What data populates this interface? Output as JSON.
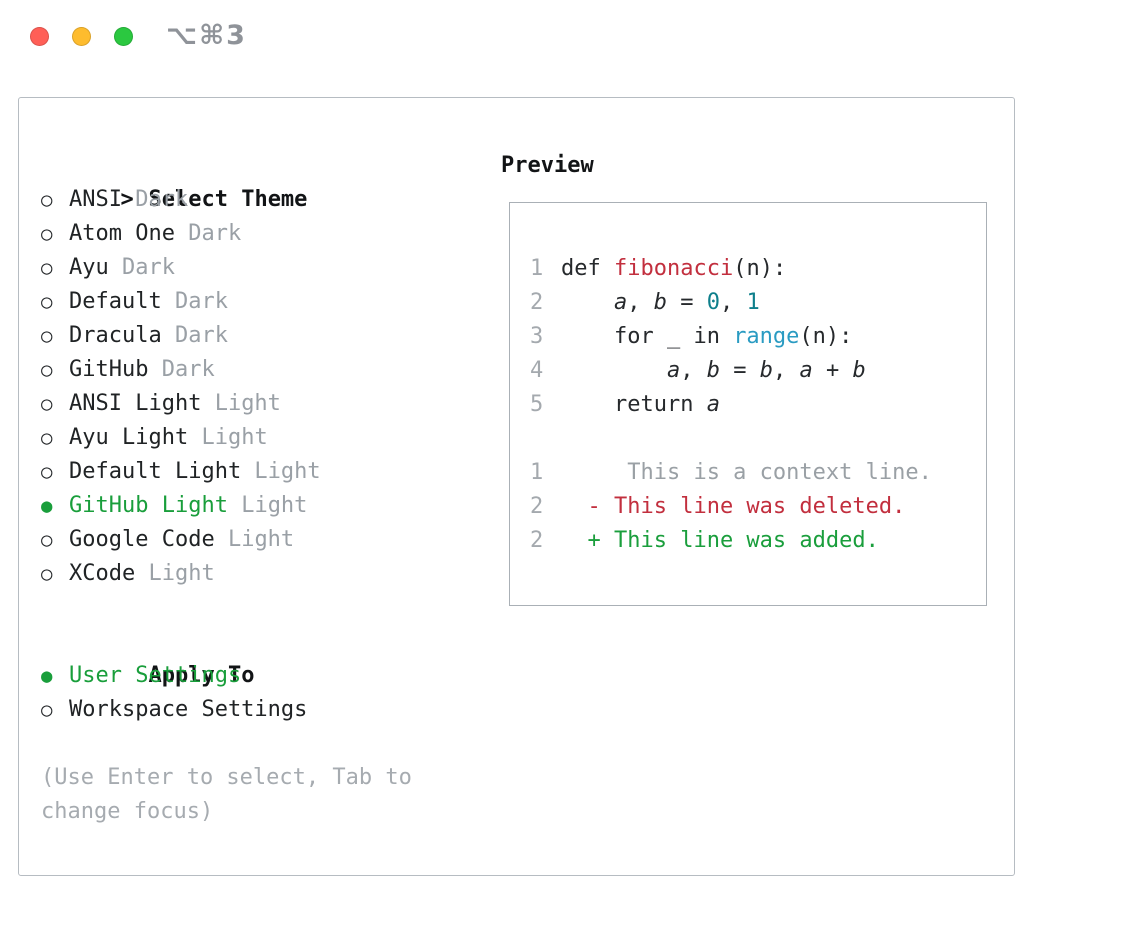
{
  "window": {
    "title": "⌥⌘3",
    "traffic_lights": [
      {
        "name": "close-button",
        "color": "#ff5f57"
      },
      {
        "name": "minimize-button",
        "color": "#febc2e"
      },
      {
        "name": "zoom-button",
        "color": "#2bc840"
      }
    ]
  },
  "icons": {
    "radio_unselected": "○",
    "radio_selected": "●"
  },
  "colors": {
    "accent_green": "#199e3b",
    "function_red": "#c22f3e",
    "deleted_red": "#c22f3e",
    "added_green": "#1a9e3c",
    "number_teal": "#0e7f8b",
    "builtin_blue": "#2a9bc2",
    "muted_gray": "#9aa0a6",
    "panel_border": "#b6bcc2"
  },
  "theme_selector": {
    "header_prefix": ">",
    "header": "Select Theme",
    "themes": [
      {
        "name": "ANSI",
        "variant": "Dark",
        "selected": false
      },
      {
        "name": "Atom One",
        "variant": "Dark",
        "selected": false
      },
      {
        "name": "Ayu",
        "variant": "Dark",
        "selected": false
      },
      {
        "name": "Default",
        "variant": "Dark",
        "selected": false
      },
      {
        "name": "Dracula",
        "variant": "Dark",
        "selected": false
      },
      {
        "name": "GitHub",
        "variant": "Dark",
        "selected": false
      },
      {
        "name": "ANSI Light",
        "variant": "Light",
        "selected": false
      },
      {
        "name": "Ayu Light",
        "variant": "Light",
        "selected": false
      },
      {
        "name": "Default Light",
        "variant": "Light",
        "selected": false
      },
      {
        "name": "GitHub Light",
        "variant": "Light",
        "selected": true
      },
      {
        "name": "Google Code",
        "variant": "Light",
        "selected": false
      },
      {
        "name": "XCode",
        "variant": "Light",
        "selected": false
      }
    ],
    "apply_to": {
      "header": "Apply To",
      "options": [
        {
          "label": "User Settings",
          "selected": true
        },
        {
          "label": "Workspace Settings",
          "selected": false
        }
      ]
    },
    "help_text": "(Use Enter to select, Tab to change focus)"
  },
  "preview": {
    "header": "Preview",
    "lines": [
      {
        "num": "1",
        "tokens": [
          {
            "t": "def ",
            "c": "plain"
          },
          {
            "t": "fibonacci",
            "c": "fn"
          },
          {
            "t": "(n):",
            "c": "plain"
          }
        ]
      },
      {
        "num": "2",
        "tokens": [
          {
            "t": "    ",
            "c": "plain"
          },
          {
            "t": "a",
            "c": "var"
          },
          {
            "t": ", ",
            "c": "plain"
          },
          {
            "t": "b",
            "c": "var"
          },
          {
            "t": " = ",
            "c": "plain"
          },
          {
            "t": "0",
            "c": "num"
          },
          {
            "t": ", ",
            "c": "plain"
          },
          {
            "t": "1",
            "c": "num"
          }
        ]
      },
      {
        "num": "3",
        "tokens": [
          {
            "t": "    for _ in ",
            "c": "plain"
          },
          {
            "t": "range",
            "c": "builtin"
          },
          {
            "t": "(n):",
            "c": "plain"
          }
        ]
      },
      {
        "num": "4",
        "tokens": [
          {
            "t": "        ",
            "c": "plain"
          },
          {
            "t": "a",
            "c": "var"
          },
          {
            "t": ", ",
            "c": "plain"
          },
          {
            "t": "b",
            "c": "var"
          },
          {
            "t": " = ",
            "c": "plain"
          },
          {
            "t": "b",
            "c": "var"
          },
          {
            "t": ", ",
            "c": "plain"
          },
          {
            "t": "a",
            "c": "var"
          },
          {
            "t": " + ",
            "c": "plain"
          },
          {
            "t": "b",
            "c": "var"
          }
        ]
      },
      {
        "num": "5",
        "tokens": [
          {
            "t": "    return ",
            "c": "plain"
          },
          {
            "t": "a",
            "c": "var"
          }
        ]
      },
      {
        "blank": true
      },
      {
        "num": "1",
        "tokens": [
          {
            "t": "     This is a context line.",
            "c": "ctx"
          }
        ]
      },
      {
        "num": "2",
        "tokens": [
          {
            "t": "  - This line was deleted.",
            "c": "del"
          }
        ]
      },
      {
        "num": "2",
        "tokens": [
          {
            "t": "  + This line was added.",
            "c": "add"
          }
        ]
      }
    ]
  }
}
